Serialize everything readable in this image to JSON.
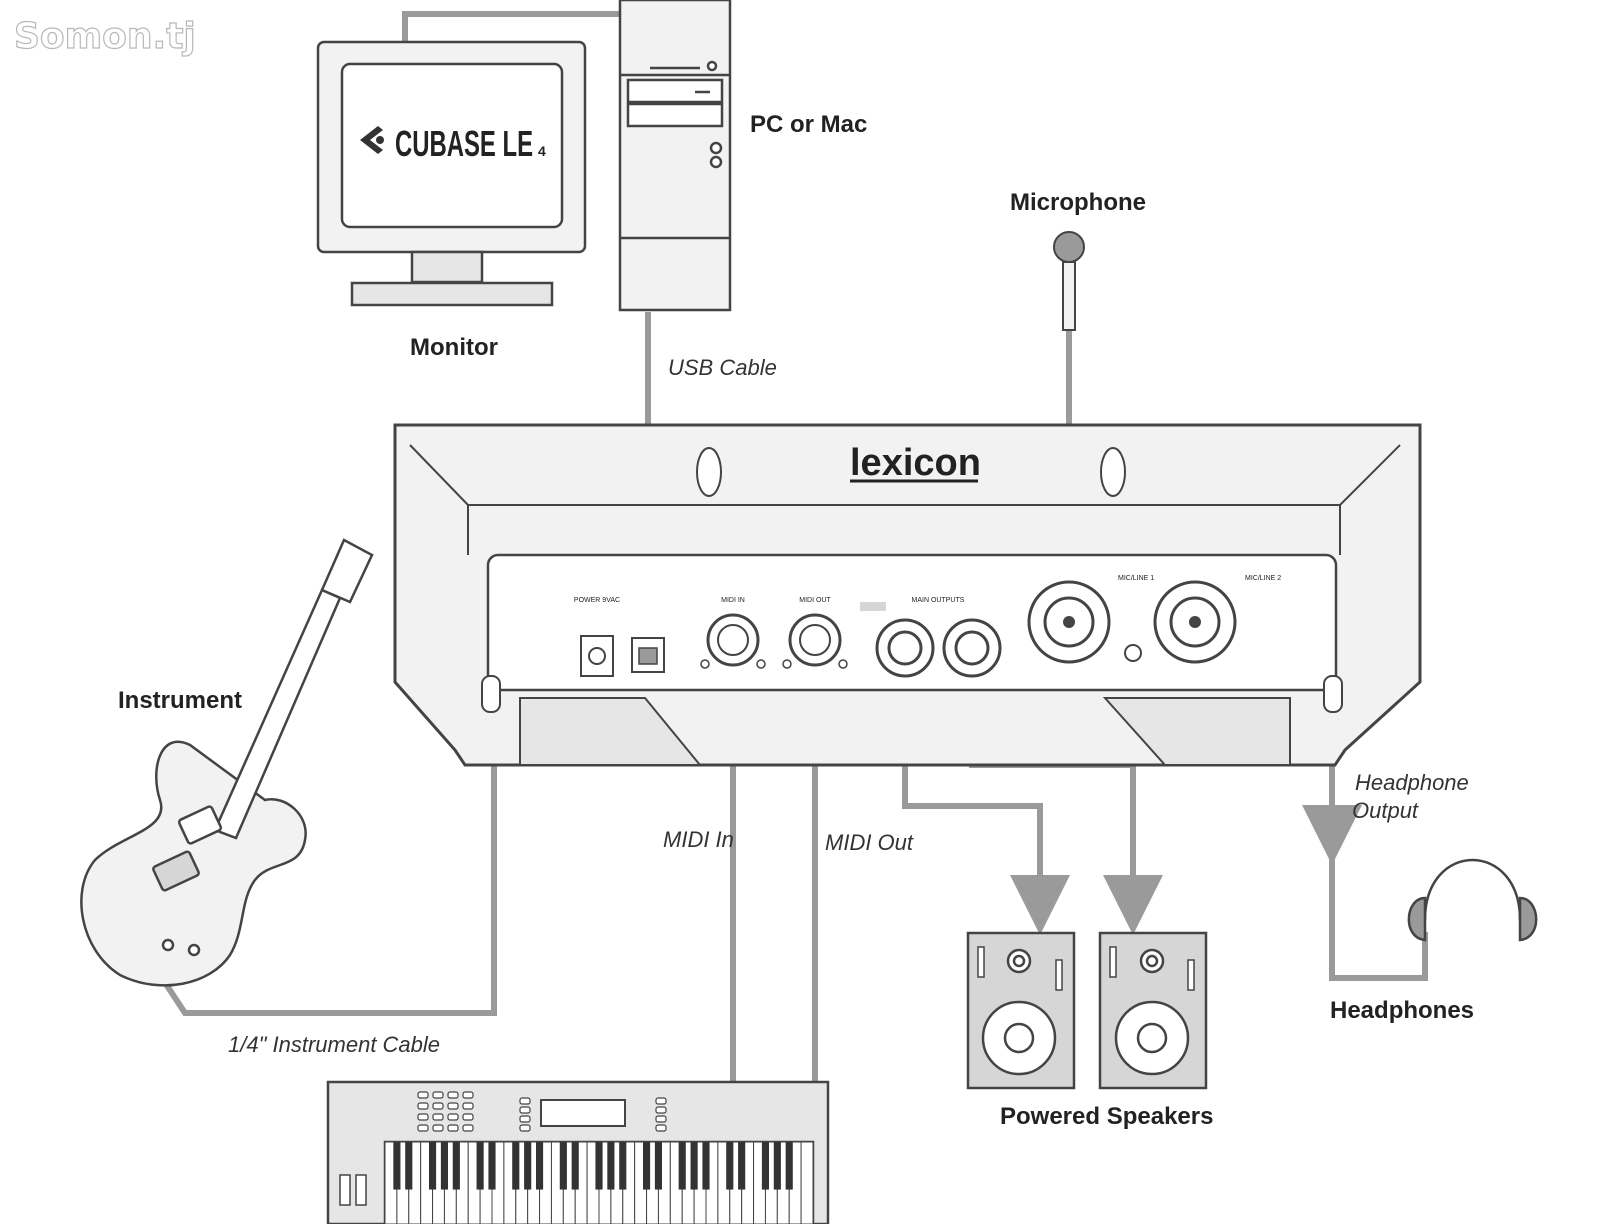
{
  "watermark": "Somon.tj",
  "device": {
    "brand": "lexicon",
    "jack_labels": {
      "power": "POWER 9VAC",
      "midi_in": "MIDI IN",
      "midi_out": "MIDI OUT",
      "main_outputs": "MAIN OUTPUTS",
      "mic_line_1": "MIC/LINE 1",
      "mic_line_2": "MIC/LINE 2"
    }
  },
  "software": "CUBASE LE",
  "software_version": "4",
  "labels": {
    "pc_or_mac": "PC or Mac",
    "monitor": "Monitor",
    "microphone": "Microphone",
    "instrument": "Instrument",
    "powered_speakers": "Powered Speakers",
    "headphones": "Headphones",
    "headphone_output": [
      "Headphone",
      "Output"
    ]
  },
  "cables": {
    "usb": "USB Cable",
    "midi_in": "MIDI In",
    "midi_out": "MIDI Out",
    "instrument": "1/4\" Instrument Cable"
  },
  "colors": {
    "cable": "#9a9a9a",
    "outline": "#444444",
    "fill_light": "#f2f2f2",
    "fill_gray": "#d6d6d6"
  }
}
